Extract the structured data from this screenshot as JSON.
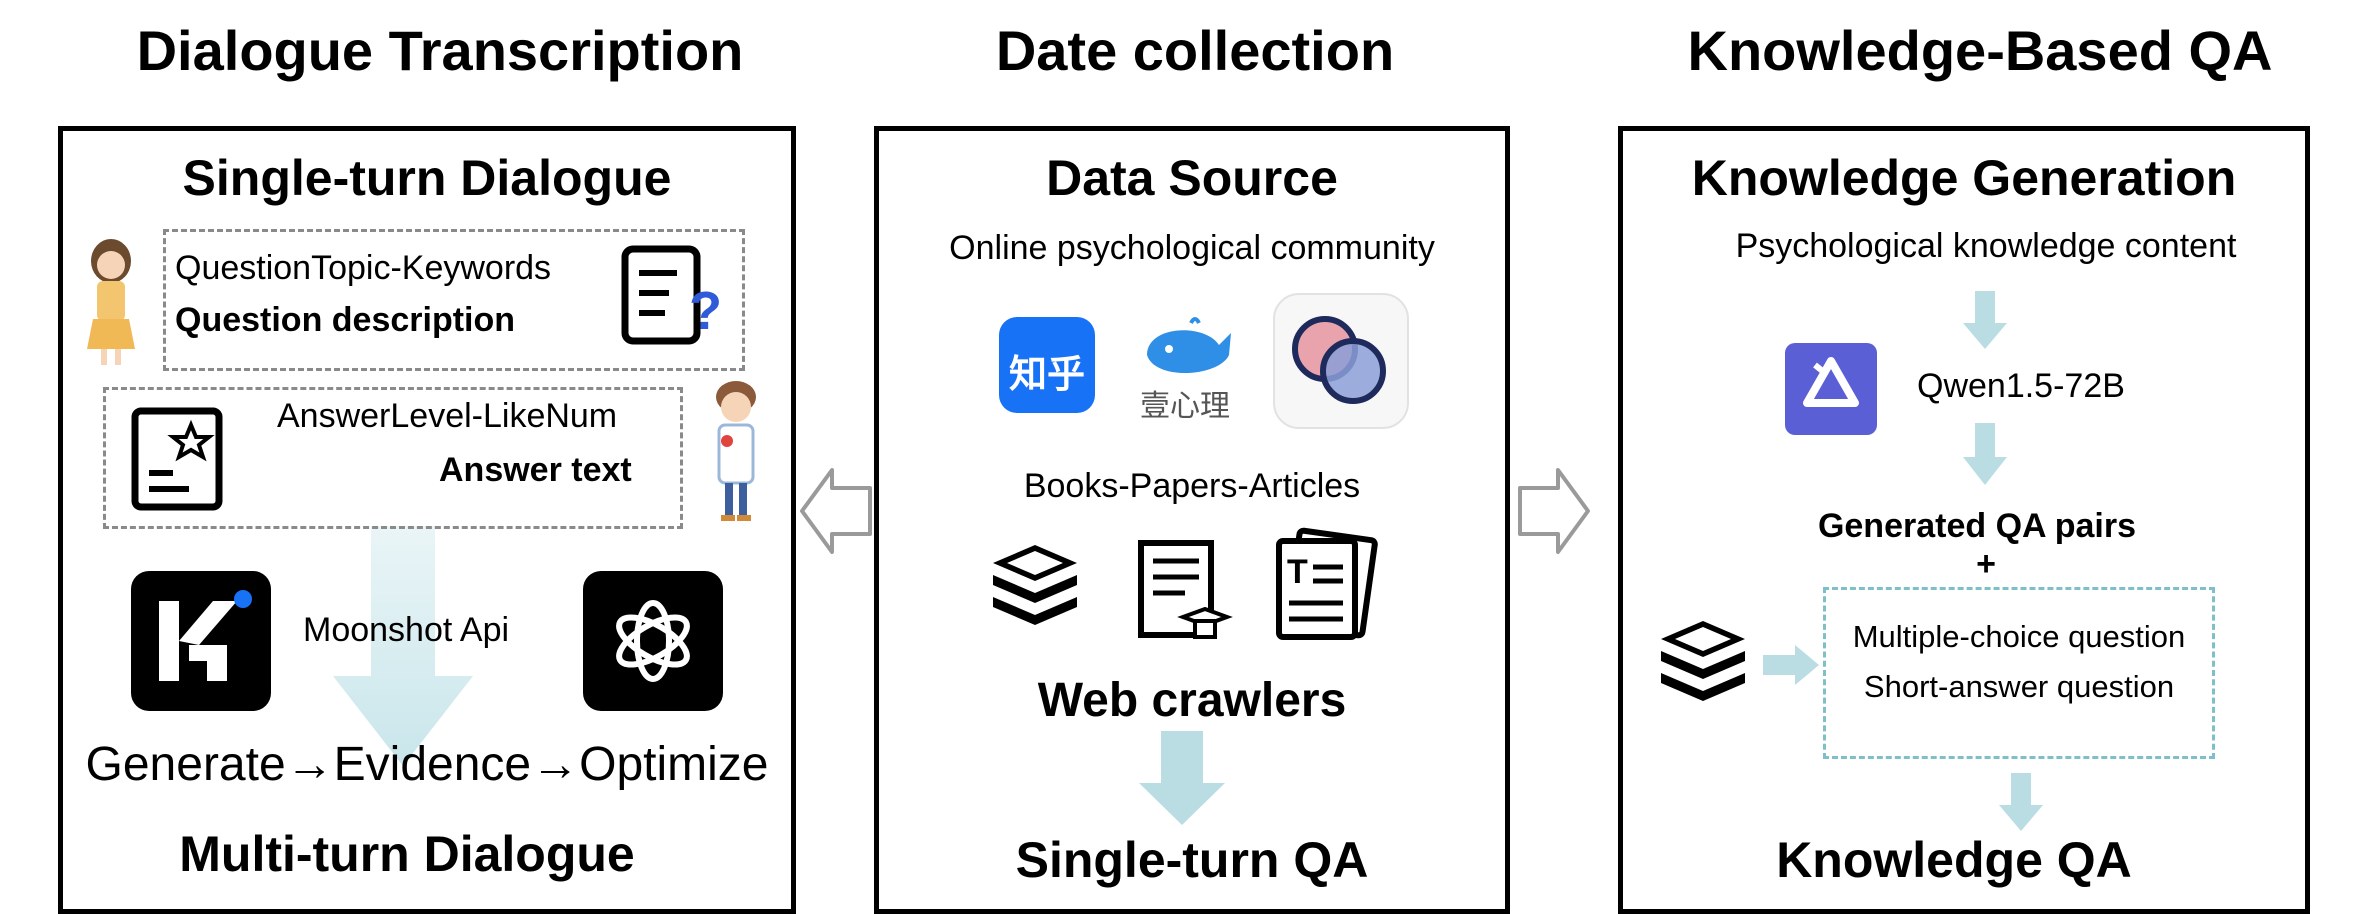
{
  "columns": {
    "left": {
      "title": "Dialogue Transcription",
      "panel_title": "Single-turn Dialogue",
      "question_meta": "QuestionTopic-Keywords",
      "question_desc": "Question description",
      "answer_meta": "AnswerLevel-LikeNum",
      "answer_text": "Answer text",
      "api_label": "Moonshot Api",
      "pipeline": "Generate→Evidence→Optimize",
      "bottom_title": "Multi-turn Dialogue"
    },
    "middle": {
      "title": "Date collection",
      "panel_title": "Data Source",
      "community": "Online psychological community",
      "zhihu_logo": "知乎",
      "yixinli_logo": "壹心理",
      "books": "Books-Papers-Articles",
      "crawlers": "Web crawlers",
      "bottom_title": "Single-turn QA"
    },
    "right": {
      "title": "Knowledge-Based QA",
      "panel_title": "Knowledge Generation",
      "content": "Psychological knowledge content",
      "model": "Qwen1.5-72B",
      "generated": "Generated QA pairs",
      "plus": "+",
      "mcq": "Multiple-choice question",
      "saq": "Short-answer question",
      "bottom_title": "Knowledge QA"
    }
  },
  "colors": {
    "arrow_fill": "#b9dde3",
    "dash_teal": "#7fc0c8",
    "zhihu_blue": "#1772f6",
    "qwen_purple": "#5b5fd6",
    "yixinli_blue": "#2f8fe6"
  },
  "icons": [
    "woman-avatar-icon",
    "question-doc-icon",
    "answer-doc-icon",
    "doctor-avatar-icon",
    "kimi-logo-icon",
    "openai-logo-icon",
    "zhihu-logo-icon",
    "yixinli-logo-icon",
    "community-logo-icon",
    "book-stack-icon",
    "paper-icon",
    "article-icon",
    "qwen-logo-icon",
    "hollow-arrow-left-icon",
    "hollow-arrow-right-icon"
  ]
}
